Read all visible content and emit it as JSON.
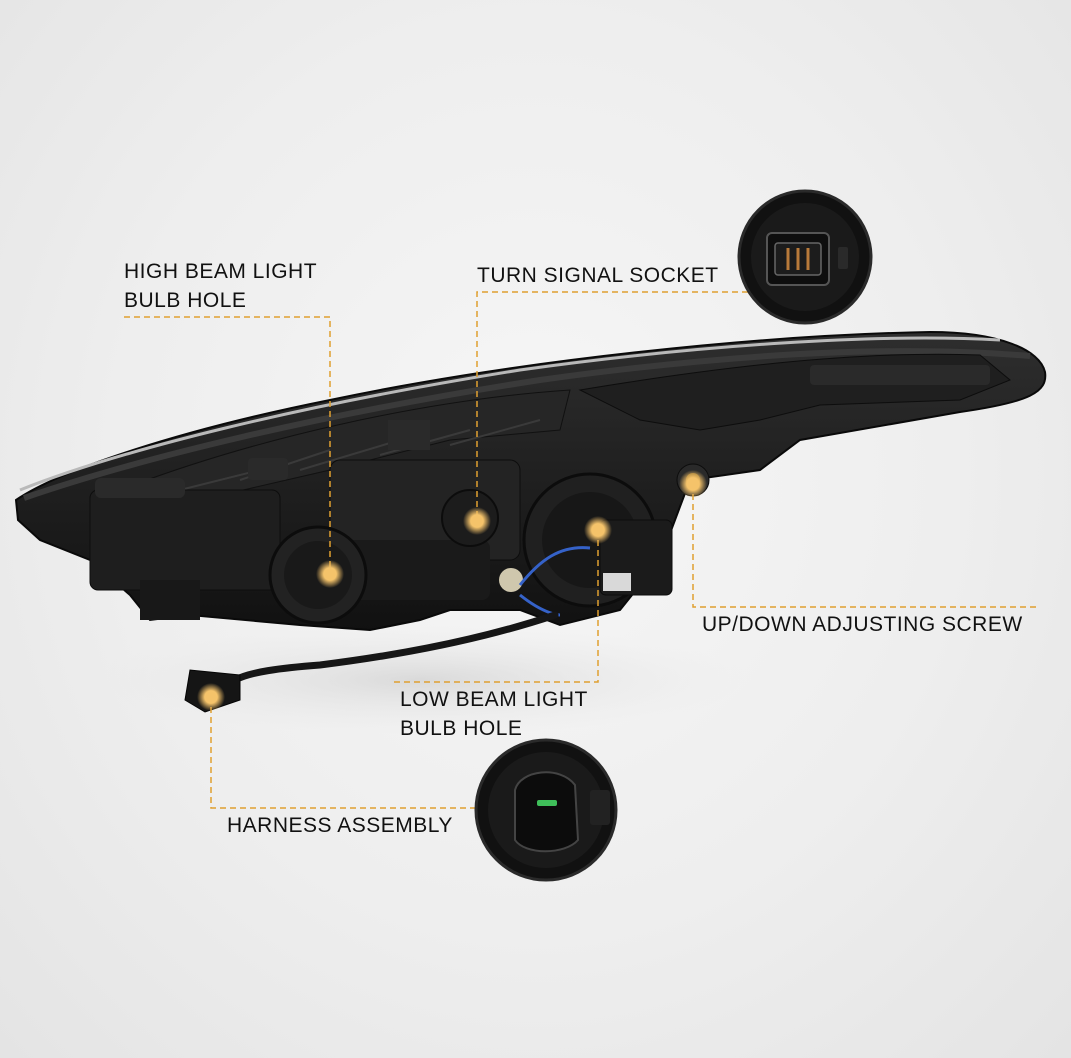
{
  "callouts": {
    "high_beam": "HIGH BEAM LIGHT\nBULB HOLE",
    "turn_signal": "TURN SIGNAL SOCKET",
    "up_down": "UP/DOWN ADJUSTING SCREW",
    "low_beam": "LOW BEAM LIGHT\nBULB HOLE",
    "harness": "HARNESS ASSEMBLY"
  },
  "colors": {
    "leader_line": "#e0a030",
    "marker": "#f5c36a",
    "housing": "#1c1c1c",
    "background": "#ededed",
    "harness_pin": "#3fbf5a"
  },
  "icons": {
    "marker": "glowing-dot",
    "turn_inset": "turn-signal-connector-closeup",
    "harness_inset": "harness-plug-closeup"
  }
}
